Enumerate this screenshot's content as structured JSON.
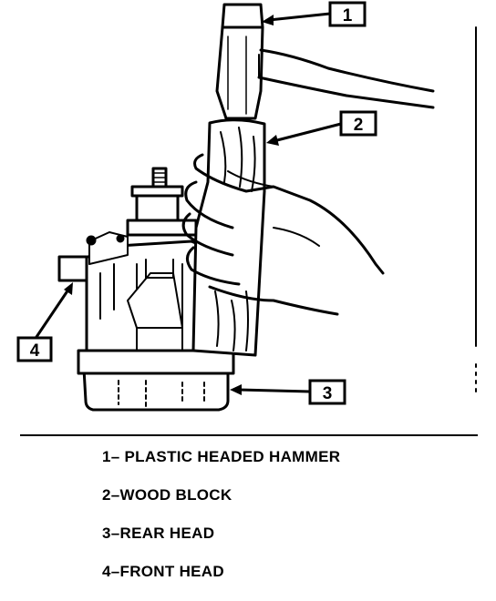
{
  "callouts": [
    {
      "number": "1"
    },
    {
      "number": "2"
    },
    {
      "number": "3"
    },
    {
      "number": "4"
    }
  ],
  "legend": [
    {
      "text": "1– PLASTIC HEADED HAMMER"
    },
    {
      "text": "2–WOOD BLOCK"
    },
    {
      "text": "3–REAR HEAD"
    },
    {
      "text": "4–FRONT HEAD"
    }
  ],
  "colors": {
    "ink": "#000000",
    "paper": "#ffffff"
  }
}
